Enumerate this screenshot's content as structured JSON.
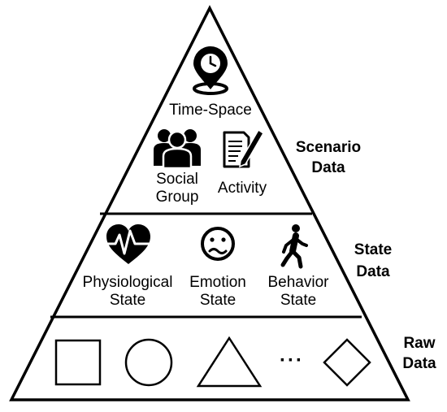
{
  "layers": {
    "scenario": {
      "title_line1": "Scenario",
      "title_line2": "Data",
      "items": [
        {
          "label_line1": "Time-Space",
          "label_line2": "",
          "icon": "location-pin-clock-icon"
        },
        {
          "label_line1": "Social",
          "label_line2": "Group",
          "icon": "people-group-icon"
        },
        {
          "label_line1": "Activity",
          "label_line2": "",
          "icon": "document-pen-icon"
        }
      ]
    },
    "state": {
      "title_line1": "State",
      "title_line2": "Data",
      "items": [
        {
          "label_line1": "Physiological",
          "label_line2": "State",
          "icon": "heart-pulse-icon"
        },
        {
          "label_line1": "Emotion",
          "label_line2": "State",
          "icon": "worried-face-icon"
        },
        {
          "label_line1": "Behavior",
          "label_line2": "State",
          "icon": "walking-person-icon"
        }
      ]
    },
    "raw": {
      "title_line1": "Raw",
      "title_line2": "Data",
      "ellipsis": "···",
      "shapes": [
        "square-icon",
        "circle-icon",
        "triangle-icon",
        "diamond-icon"
      ]
    }
  }
}
